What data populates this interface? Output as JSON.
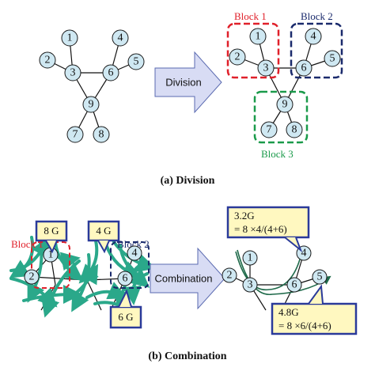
{
  "captions": {
    "a": "(a) Division",
    "b": "(b) Combination"
  },
  "arrows": {
    "division": "Division",
    "combination": "Combination"
  },
  "blocks": {
    "block1": "Block 1",
    "block2": "Block 2",
    "block3": "Block 3"
  },
  "blocks_b": {
    "block1": "Block 1",
    "block2": "Block 2"
  },
  "nodes": {
    "n1": "1",
    "n2": "2",
    "n3": "3",
    "n4": "4",
    "n5": "5",
    "n6": "6",
    "n7": "7",
    "n8": "8",
    "n9": "9"
  },
  "callouts": {
    "left_8g": "8 G",
    "left_4g": "4 G",
    "left_6g": "6 G",
    "right_top_line1": "3.2G",
    "right_top_line2": "= 8 ×4/(4+6)",
    "right_bottom_line1": "4.8G",
    "right_bottom_line2": "= 8 ×6/(4+6)"
  },
  "colors": {
    "block1": "#e0202a",
    "block2": "#1a2a6c",
    "block3": "#1a9a4a",
    "node_fill": "#cfe8f2",
    "arrow_fill": "#d8dcf4",
    "flow": "#2aa88a",
    "callout_fill": "#fff8c0",
    "callout_border": "#2a3a9a"
  }
}
